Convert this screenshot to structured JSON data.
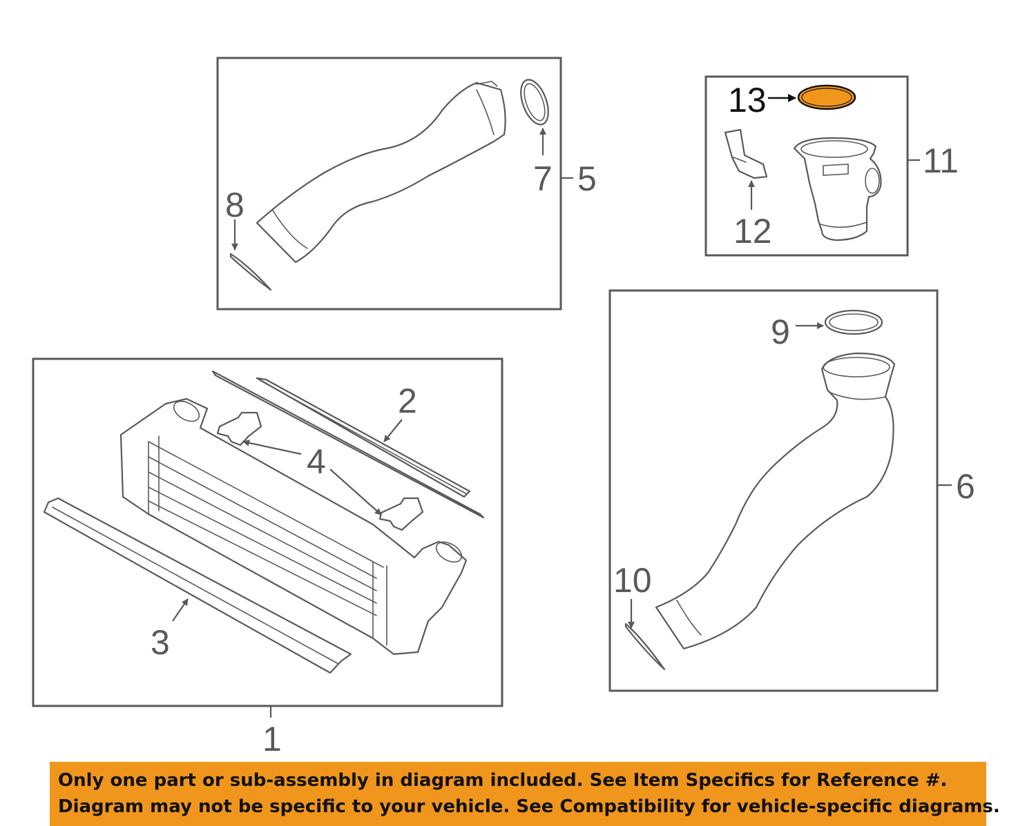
{
  "callouts": {
    "c1": "1",
    "c2": "2",
    "c3": "3",
    "c4": "4",
    "c5": "5",
    "c6": "6",
    "c7": "7",
    "c8": "8",
    "c9": "9",
    "c10": "10",
    "c11": "11",
    "c12": "12",
    "c13": "13"
  },
  "highlight": {
    "part_number": "13",
    "color": "#f0961c"
  },
  "banner": {
    "line1": "Only one part or sub-assembly in diagram included. See Item Specifics for Reference #.",
    "line2": "Diagram may not be specific to your vehicle. See Compatibility for vehicle-specific diagrams.",
    "background": "#f0961c"
  },
  "colors": {
    "line": "#58595b"
  }
}
